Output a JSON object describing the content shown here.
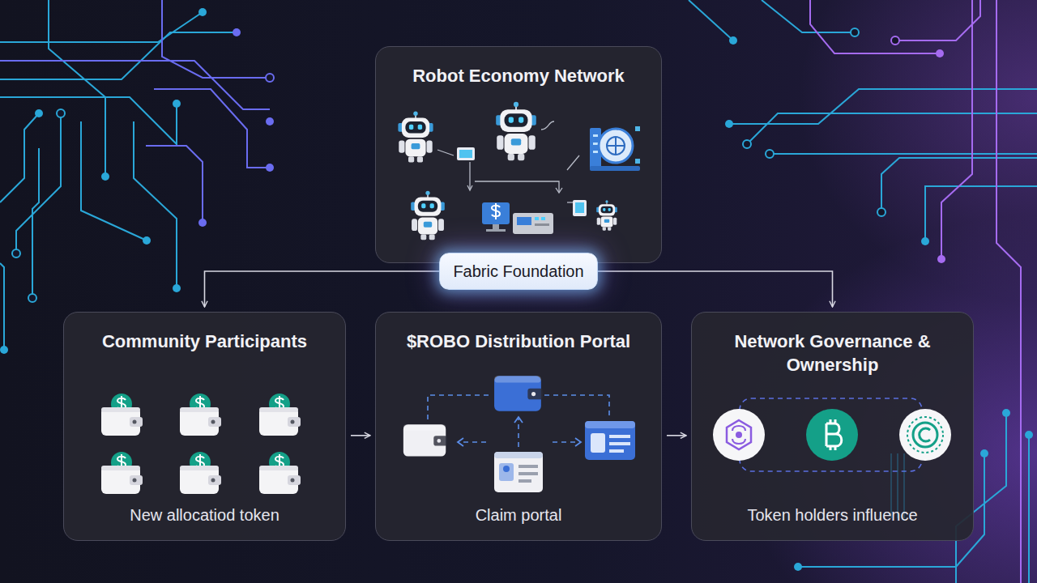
{
  "diagram": {
    "nodes": [
      {
        "text": [
          "Robot Economy Network"
        ]
      },
      {
        "text": [
          "Fabric Foundation"
        ]
      },
      {
        "text": [
          "Community Participants",
          "New allocatiod token"
        ]
      },
      {
        "text": [
          "$ROBO Distribution Portal",
          "Claim portal"
        ]
      },
      {
        "text": [
          "Network Governance & Ownership",
          "Token holders influence"
        ]
      }
    ],
    "edges": [
      {
        "from": 1,
        "to": 2,
        "arrow": "to"
      },
      {
        "from": 1,
        "to": 4,
        "arrow": "to"
      },
      {
        "from": 2,
        "to": 3,
        "arrow": "to"
      },
      {
        "from": 3,
        "to": 4,
        "arrow": "to"
      }
    ]
  }
}
